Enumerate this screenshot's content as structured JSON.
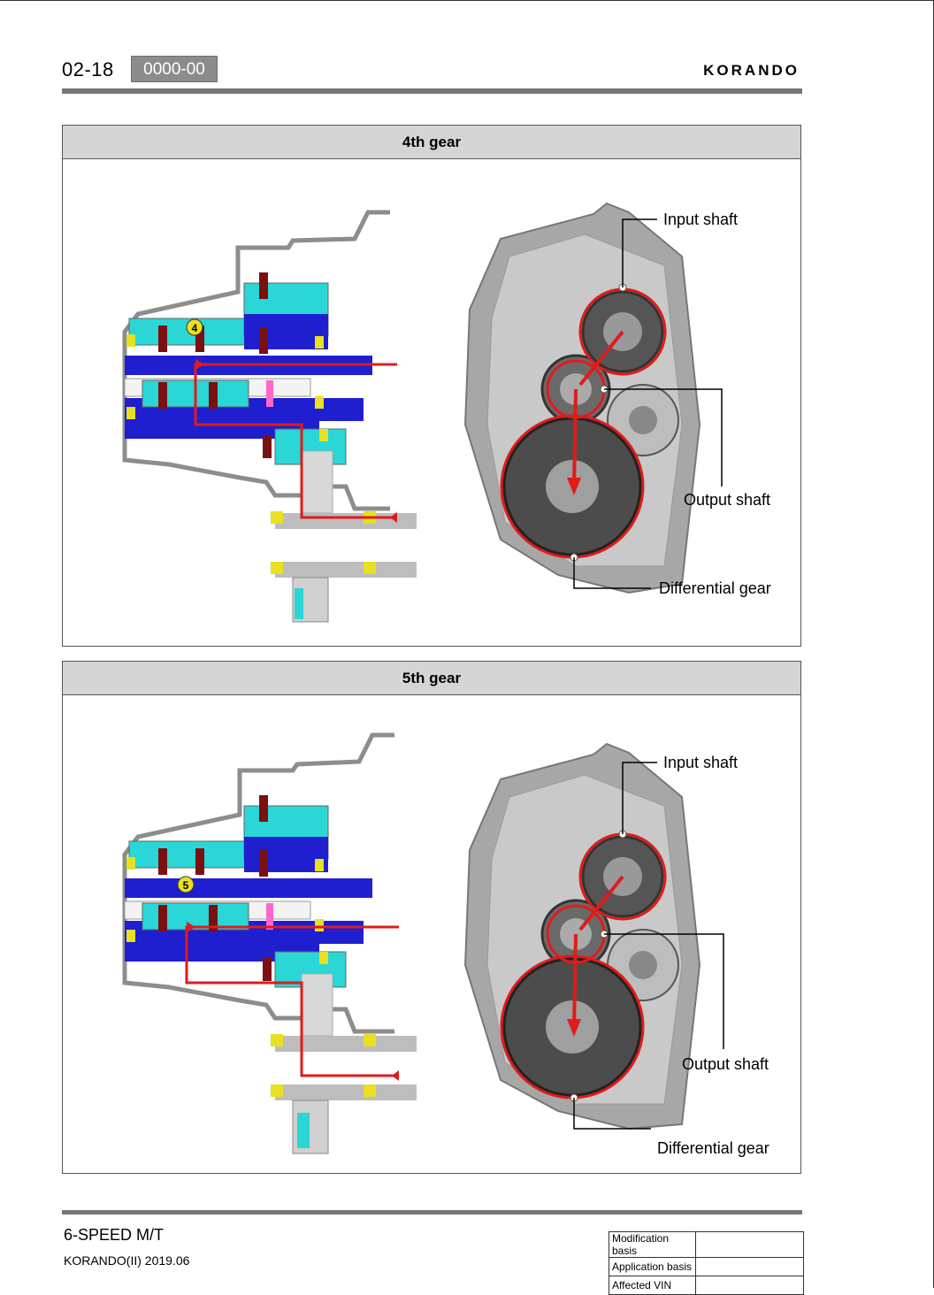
{
  "header": {
    "page_number": "02-18",
    "code": "0000-00",
    "brand": "KORANDO"
  },
  "panels": [
    {
      "title": "4th gear",
      "gear_badge": "4",
      "labels": {
        "input": "Input shaft",
        "output": "Output shaft",
        "differential": "Differential gear"
      }
    },
    {
      "title": "5th gear",
      "gear_badge": "5",
      "labels": {
        "input": "Input shaft",
        "output": "Output shaft",
        "differential": "Differential gear"
      }
    }
  ],
  "footer": {
    "title": "6-SPEED M/T",
    "model": "KORANDO(II) 2019.06"
  },
  "info_table": [
    {
      "label": "Modification basis",
      "value": ""
    },
    {
      "label": "Application basis",
      "value": ""
    },
    {
      "label": "Affected VIN",
      "value": ""
    }
  ],
  "colors": {
    "shaft": "#1f1fd0",
    "gear": "#2ad6d6",
    "bearing": "#e8e020",
    "power_flow": "#e01b1b",
    "synchro": "#7a1010"
  }
}
